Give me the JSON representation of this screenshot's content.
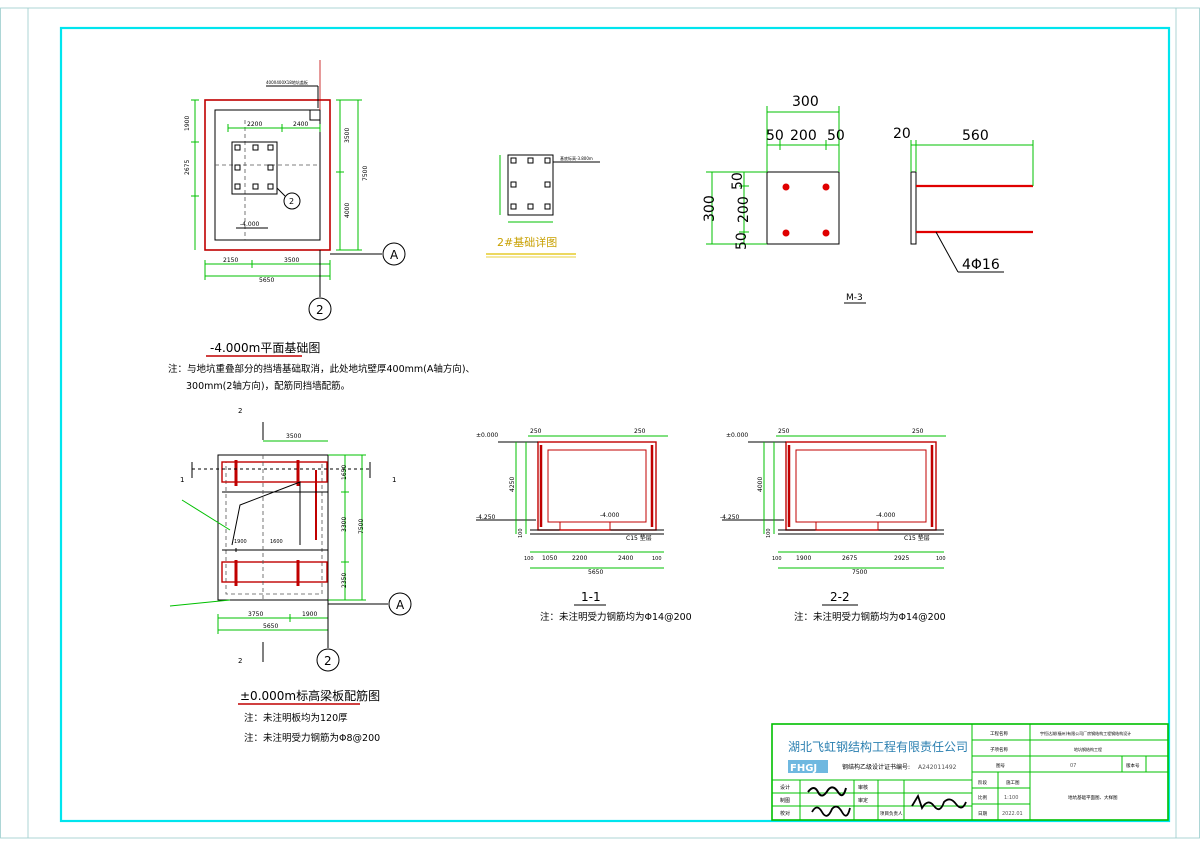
{
  "title_block": {
    "company": "湖北飞虹钢结构工程有限责任公司",
    "license_label": "钢结构乙级设计证书编号:",
    "license_no": "A242011492",
    "logo_text": "FHGJ",
    "row_labels": [
      "设计",
      "制图",
      "校对"
    ],
    "row_labels2": [
      "审核",
      "审定",
      "项目负责人"
    ],
    "proj_label": "工程名称",
    "proj_name": "宇恒达湖(福州)有限公司厂房钢结构工程钢结构设计",
    "sub_label": "子项名称",
    "sub_name": "地坑钢结构工程",
    "drawing_no_label": "图号",
    "drawing_no": "07",
    "rev_label": "版本号",
    "stage_label": "阶段",
    "stage": "施工图",
    "scale_label": "比例",
    "scale": "1:100",
    "date_label": "日期",
    "date": "2022.01",
    "sheet_title": "地坑基础平面图、大样图"
  },
  "plan1": {
    "title": "-4.000m平面基础图",
    "note_line1": "注：与地坑重叠部分的挡墙基础取消，此处地坑壁厚400mm(A轴方向)、",
    "note_line2": "300mm(2轴方向)，配筋同挡墙配筋。",
    "dims_top": [
      "2200",
      "2400"
    ],
    "dims_left": [
      "1900",
      "2675"
    ],
    "dims_right": [
      "3500",
      "4000",
      "7500"
    ],
    "dims_bottom": [
      "2150",
      "3500",
      "5650"
    ],
    "elev": "-4.000",
    "axis_a": "A",
    "axis_2": "2",
    "tag_circle": "2",
    "callout": "400X400X18地坑盖板"
  },
  "detail2": {
    "title": "2#基础详图",
    "note": "基底标高-3.800m"
  },
  "m3": {
    "title": "M-3",
    "dim_total_w": "300",
    "dims_w": [
      "50",
      "200",
      "50"
    ],
    "dim_total_h": "300",
    "dims_h": [
      "50",
      "200",
      "50"
    ],
    "dim_plate": "20",
    "dim_len": "560",
    "rebar": "4Φ16"
  },
  "plan2": {
    "title": "±0.000m标高梁板配筋图",
    "note_line1": "注：未注明板均为120厚",
    "note_line2": "注：未注明受力钢筋为Φ8@200",
    "dims_top": [
      "3500"
    ],
    "dims_right": [
      "1650",
      "3300",
      "2350",
      "7500"
    ],
    "dims_bottom": [
      "3750",
      "1900",
      "5650"
    ],
    "dims_mid": [
      "1900",
      "1600"
    ],
    "axis_a": "A",
    "axis_2": "2",
    "sec_mark_1": "1",
    "sec_mark_2": "2"
  },
  "sec11": {
    "title": "1-1",
    "note": "注：未注明受力钢筋均为Φ14@200",
    "elev_top": "±0.000",
    "elev_bot": "-4.250",
    "elev_in": "-4.000",
    "dims_top": [
      "250",
      "250"
    ],
    "dims_left": [
      "4250",
      "100"
    ],
    "dims_bottom": [
      "100",
      "1050",
      "2200",
      "2400",
      "100",
      "5650"
    ],
    "c15": "C15 垫层"
  },
  "sec22": {
    "title": "2-2",
    "note": "注：未注明受力钢筋均为Φ14@200",
    "elev_top": "±0.000",
    "elev_bot": "-4.250",
    "elev_in": "-4.000",
    "dims_top": [
      "250",
      "250"
    ],
    "dims_left": [
      "4000",
      "100"
    ],
    "dims_bottom": [
      "100",
      "1900",
      "2675",
      "2925",
      "100",
      "7500"
    ],
    "c15": "C15 垫层"
  }
}
